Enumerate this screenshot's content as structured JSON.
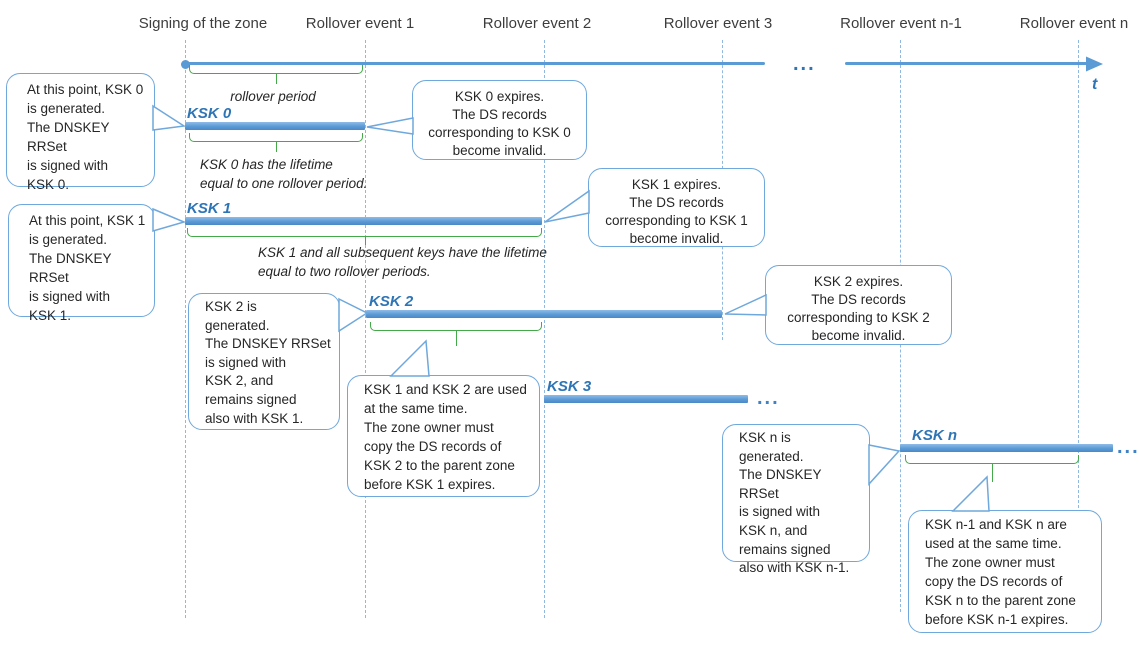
{
  "timeline": {
    "events": [
      "Signing of the zone",
      "Rollover event 1",
      "Rollover event 2",
      "Rollover event 3",
      "Rollover event n-1",
      "Rollover event n"
    ],
    "axis_label": "t",
    "gap_ellipsis": "..."
  },
  "bars": [
    {
      "label": "KSK 0"
    },
    {
      "label": "KSK 1"
    },
    {
      "label": "KSK 2"
    },
    {
      "label": "KSK 3",
      "trailing_ellipsis": "..."
    },
    {
      "label": "KSK n",
      "trailing_ellipsis": "..."
    }
  ],
  "annotations": {
    "rollover_period": "rollover period",
    "ksk0_lifetime": "KSK 0 has the lifetime\nequal to one rollover period.",
    "ksk1_lifetime": "KSK 1 and all subsequent keys have the lifetime\nequal to two rollover periods."
  },
  "callouts": {
    "ksk0_generated": "At this point, KSK 0\nis generated.\nThe DNSKEY RRSet\nis signed with\nKSK  0.",
    "ksk1_generated": "At this point, KSK 1\nis generated.\nThe DNSKEY RRSet\nis signed with\nKSK 1.",
    "ksk0_expires": "KSK 0 expires.\nThe DS records\ncorresponding to KSK 0\nbecome invalid.",
    "ksk1_expires": "KSK 1 expires.\nThe DS records\ncorresponding to KSK 1\nbecome invalid.",
    "ksk2_expires": "KSK 2 expires.\nThe DS records\ncorresponding to KSK 2\nbecome invalid.",
    "ksk2_generated": "KSK 2 is\ngenerated.\nThe DNSKEY RRSet\nis signed with\nKSK 2, and\nremains signed\nalso with KSK 1.",
    "ksk1_ksk2_overlap": "KSK 1 and KSK 2 are used\nat the same time.\nThe zone owner must\ncopy the DS records of\nKSK 2 to the parent zone\nbefore KSK 1 expires.",
    "kskn_generated": "KSK n is\ngenerated.\nThe DNSKEY RRSet\nis signed with\nKSK n, and\nremains signed\nalso with KSK n-1.",
    "kskn1_kskn_overlap": "KSK n-1 and KSK n are\nused at the same time.\nThe zone owner must\ncopy the DS records of\nKSK n to the parent zone\nbefore KSK n-1 expires."
  },
  "colors": {
    "bar_blue": "#5B9BD5",
    "label_blue": "#2E75B6",
    "dashed_line_blue": "#8FB9E0",
    "callout_border_blue": "#6FA8DC",
    "brace_green": "#44A948",
    "text_dark": "#262626",
    "header_gray": "#3D3D3D"
  }
}
